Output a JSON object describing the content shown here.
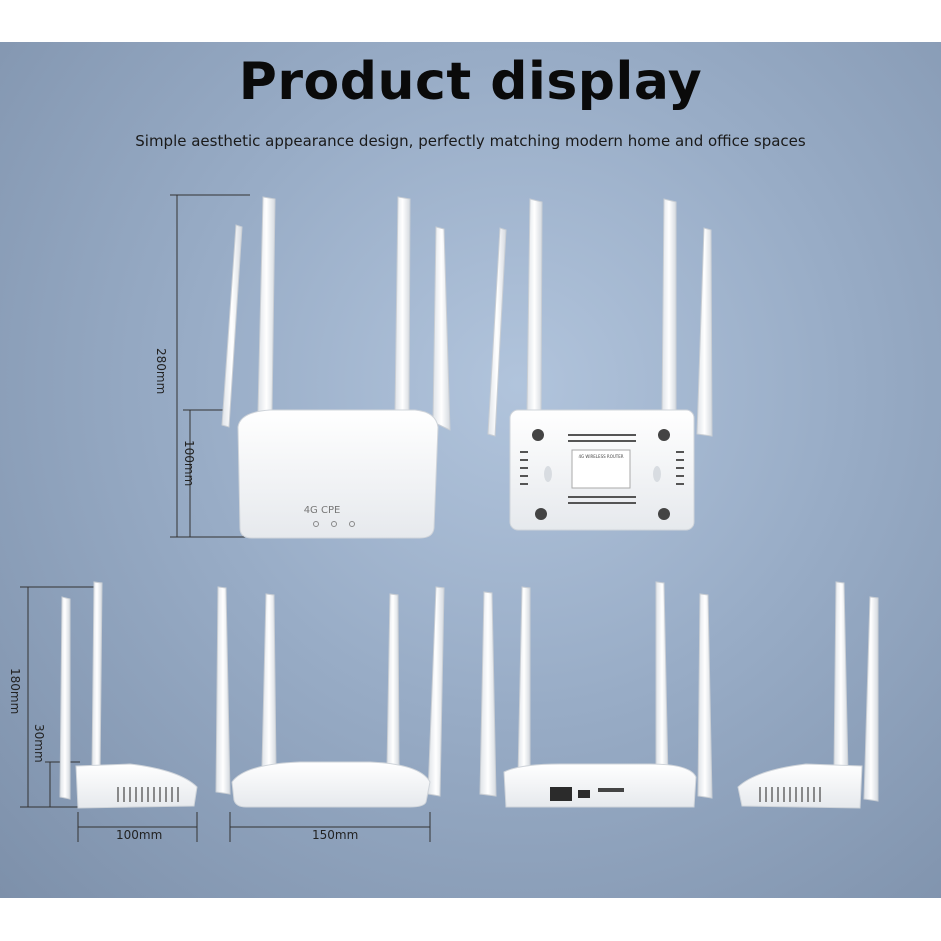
{
  "header": {
    "title": "Product display",
    "subtitle": "Simple aesthetic appearance design, perfectly matching modern home and office spaces"
  },
  "device": {
    "front_logo": "4G CPE",
    "back_label_heading": "4G WIRELESS ROUTER"
  },
  "dimensions": {
    "total_height": "280mm",
    "body_height": "100mm",
    "side_total_height": "180mm",
    "side_body_height": "30mm",
    "depth": "100mm",
    "width": "150mm"
  },
  "colors": {
    "background": "#98acc6",
    "device": "#f4f5f7"
  }
}
